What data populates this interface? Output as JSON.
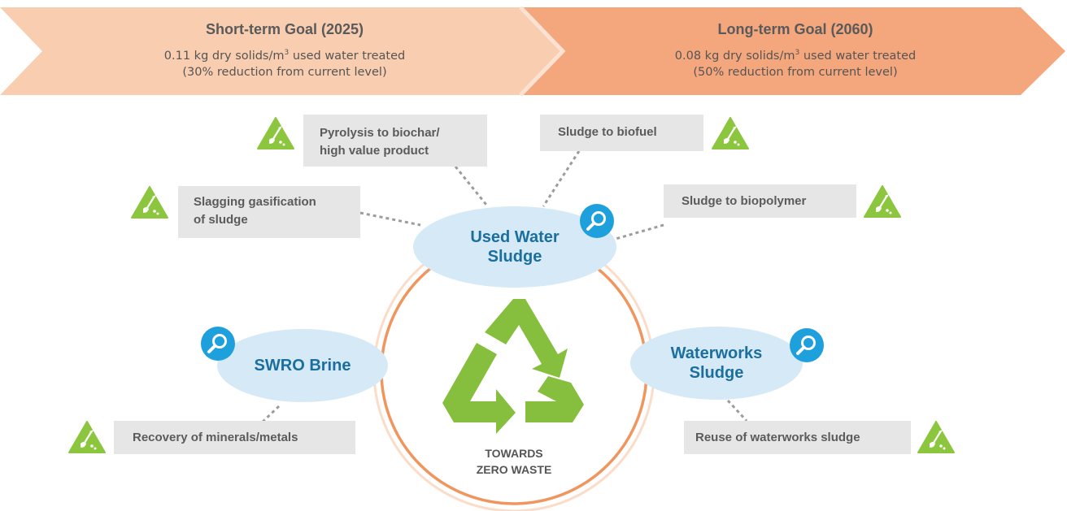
{
  "goals": {
    "short": {
      "title": "Short-term Goal (2025)",
      "line1_pre": "0.11 kg dry solids/m",
      "line1_sup": "3",
      "line1_post": " used water treated",
      "line2": "(30% reduction from current level)"
    },
    "long": {
      "title": "Long-term Goal (2060)",
      "line1_pre": "0.08 kg dry solids/m",
      "line1_sup": "3",
      "line1_post": " used water treated",
      "line2": "(50% reduction from current level)"
    }
  },
  "nodes": {
    "used_water": {
      "line1": "Used Water",
      "line2": "Sludge"
    },
    "swro": {
      "line1": "SWRO Brine"
    },
    "waterworks": {
      "line1": "Waterworks",
      "line2": "Sludge"
    }
  },
  "options": {
    "pyrolysis": {
      "line1": "Pyrolysis to biochar/",
      "line2": "high value product"
    },
    "biofuel": {
      "line1": "Sludge to biofuel"
    },
    "slagging": {
      "line1": "Slagging gasification",
      "line2": "of sludge"
    },
    "biopolymer": {
      "line1": "Sludge to biopolymer"
    },
    "minerals": {
      "line1": "Recovery of minerals/metals"
    },
    "reuse": {
      "line1": "Reuse of waterworks sludge"
    }
  },
  "center": {
    "line1": "TOWARDS",
    "line2": "ZERO WASTE"
  },
  "colors": {
    "short_arrow": "#f9cdaf",
    "long_arrow": "#f4a67c",
    "ring": "#f0955e",
    "ellipse": "#d6e9f6",
    "ellipse_text": "#1a6f9e",
    "recycle": "#85bf3d",
    "magnifier": "#1ea0dd",
    "shovel_triangle": "#8cc63f"
  },
  "icons": [
    "magnifier-icon",
    "shovel-triangle-icon",
    "recycle-icon"
  ]
}
